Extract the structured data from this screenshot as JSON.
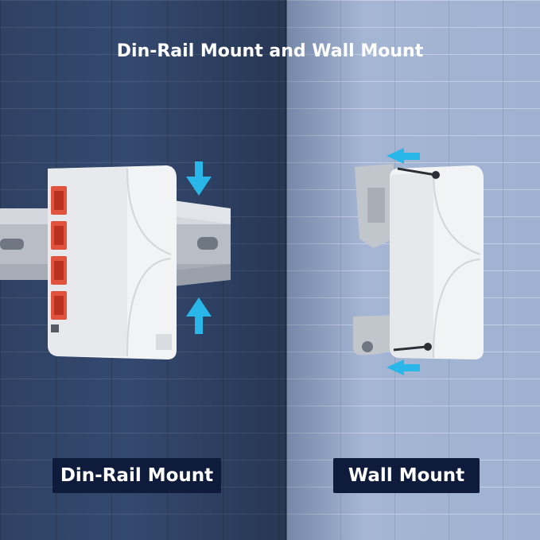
{
  "title": "Din-Rail Mount and Wall Mount",
  "labels": {
    "left": "Din-Rail Mount",
    "right": "Wall Mount"
  },
  "colors": {
    "wall_left": "#34496f",
    "wall_right": "#9fb2d1",
    "label_bg": "#0f1b3b",
    "arrow": "#29b6e8",
    "port": "#e0533c",
    "device": "#f2f3f5",
    "rail": "#c9cdd3"
  }
}
